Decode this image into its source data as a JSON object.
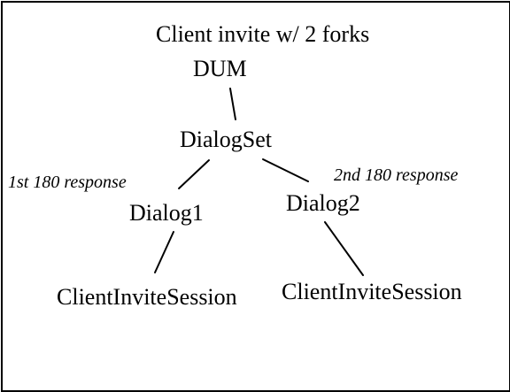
{
  "diagram": {
    "title": "Client invite w/ 2 forks",
    "nodes": {
      "dum": "DUM",
      "dialogset": "DialogSet",
      "dialog1": "Dialog1",
      "dialog2": "Dialog2",
      "cis1": "ClientInviteSession",
      "cis2": "ClientInviteSession"
    },
    "annotations": {
      "first": "1st 180 response",
      "second": "2nd 180 response"
    },
    "edges": [
      {
        "from": "dum",
        "to": "dialogset"
      },
      {
        "from": "dialogset",
        "to": "dialog1"
      },
      {
        "from": "dialogset",
        "to": "dialog2"
      },
      {
        "from": "dialog1",
        "to": "cis1"
      },
      {
        "from": "dialog2",
        "to": "cis2"
      }
    ]
  }
}
